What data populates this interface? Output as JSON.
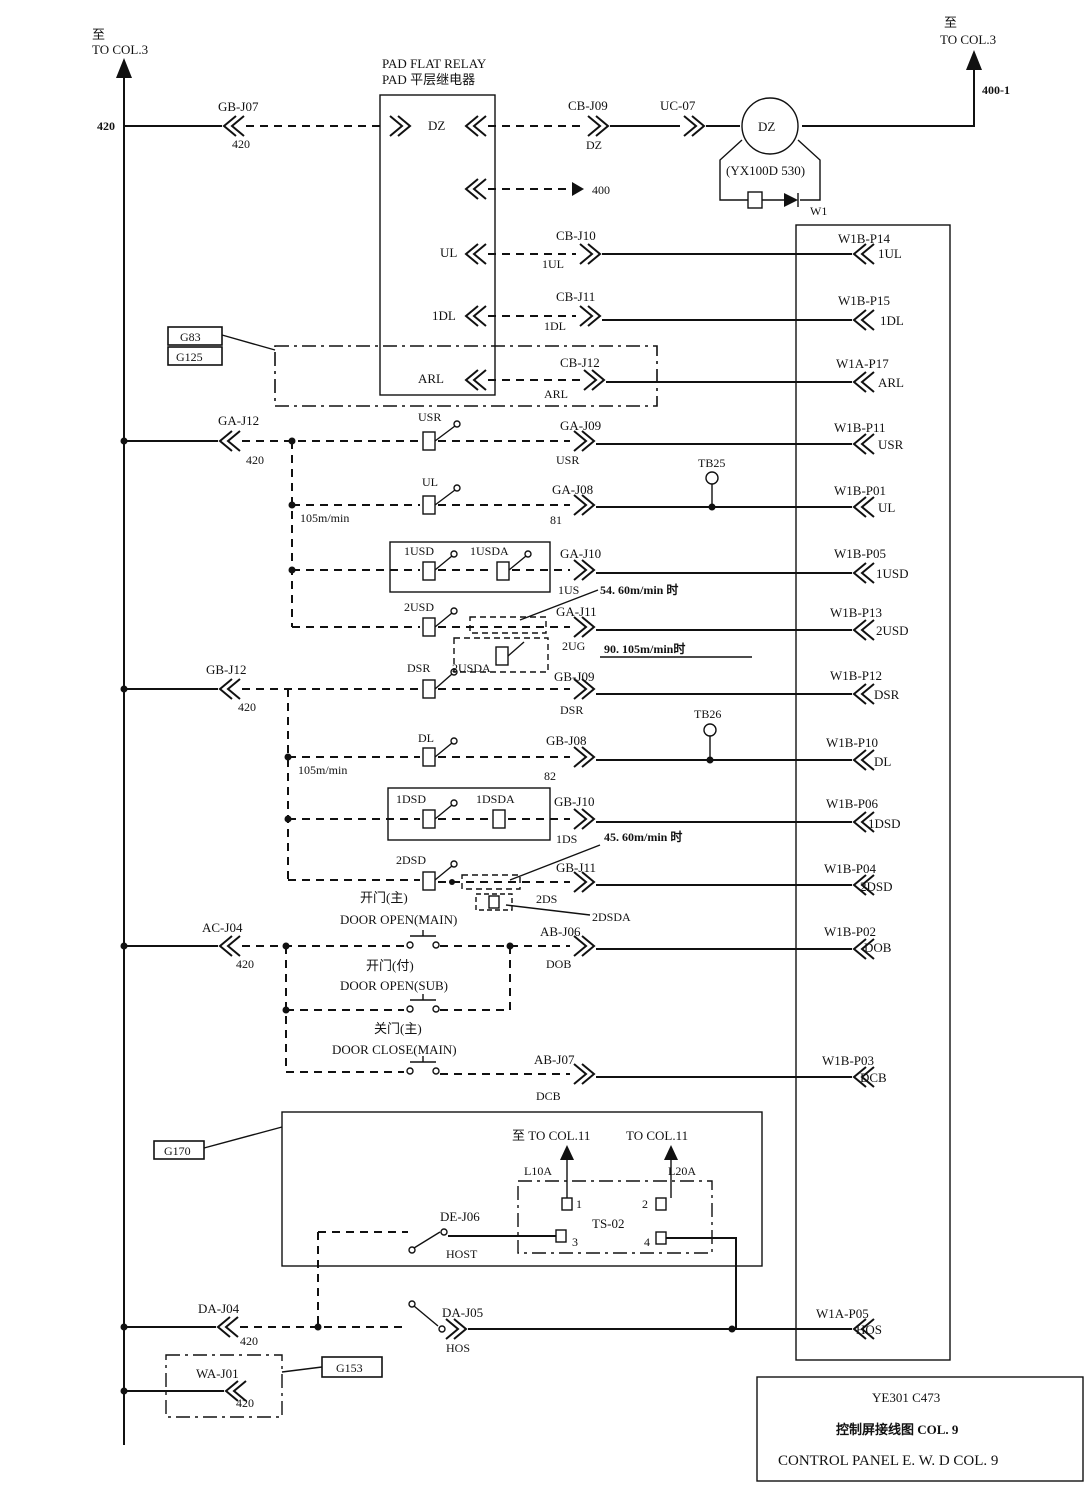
{
  "top_left": {
    "cn": "至",
    "en": "TO COL.3",
    "wire": "420"
  },
  "top_right": {
    "cn": "至",
    "en": "TO COL.3",
    "wire": "400-1"
  },
  "relay": {
    "title_en": "PAD FLAT RELAY",
    "title_cn": "PAD 平层继电器",
    "pins": [
      "DZ",
      "UL",
      "1DL",
      "ARL"
    ],
    "wire_400": "400"
  },
  "motor": {
    "label": "DZ",
    "model": "(YX100D 530)",
    "w1": "W1"
  },
  "groups": [
    "G83",
    "G125",
    "G170",
    "G153"
  ],
  "rows": [
    {
      "left_conn": "GB-J07",
      "left_wire": "420",
      "mid_conn": "CB-J09",
      "mid_wire": "DZ",
      "uc": "UC-07"
    },
    {
      "mid_conn": "CB-J10",
      "mid_wire": "1UL",
      "right_conn": "W1B-P14",
      "right_wire": "1UL"
    },
    {
      "mid_conn": "CB-J11",
      "mid_wire": "1DL",
      "right_conn": "W1B-P15",
      "right_wire": "1DL"
    },
    {
      "mid_conn": "CB-J12",
      "mid_wire": "ARL",
      "right_conn": "W1A-P17",
      "right_wire": "ARL"
    },
    {
      "left_conn": "GA-J12",
      "left_wire": "420",
      "contact": "USR",
      "mid_conn": "GA-J09",
      "mid_wire": "USR",
      "right_conn": "W1B-P11",
      "right_wire": "USR"
    },
    {
      "contact": "UL",
      "note": "105m/min",
      "mid_conn": "GA-J08",
      "mid_wire": "81",
      "tb": "TB25",
      "right_conn": "W1B-P01",
      "right_wire": "UL"
    },
    {
      "contact": "1USD",
      "contact2": "1USDA",
      "mid_conn": "GA-J10",
      "mid_wire": "1US",
      "note": "54. 60m/min 时",
      "right_conn": "W1B-P05",
      "right_wire": "1USD"
    },
    {
      "contact": "2USD",
      "contact2": "2USDA",
      "mid_conn": "GA-J11",
      "mid_wire": "2UG",
      "note": "90. 105m/min时",
      "right_conn": "W1B-P13",
      "right_wire": "2USD"
    },
    {
      "left_conn": "GB-J12",
      "left_wire": "420",
      "contact": "DSR",
      "mid_conn": "GB-J09",
      "mid_wire": "DSR",
      "right_conn": "W1B-P12",
      "right_wire": "DSR"
    },
    {
      "contact": "DL",
      "note": "105m/min",
      "mid_conn": "GB-J08",
      "mid_wire": "82",
      "tb": "TB26",
      "right_conn": "W1B-P10",
      "right_wire": "DL"
    },
    {
      "contact": "1DSD",
      "contact2": "1DSDA",
      "mid_conn": "GB-J10",
      "mid_wire": "1DS",
      "note": "45. 60m/min 时",
      "right_conn": "W1B-P06",
      "right_wire": "1DSD"
    },
    {
      "contact": "2DSD",
      "contact2": "2DSDA",
      "mid_conn": "GB-J11",
      "mid_wire": "2DS",
      "right_conn": "W1B-P04",
      "right_wire": "2DSD"
    },
    {
      "left_conn": "AC-J04",
      "left_wire": "420",
      "btn_cn": "开门(主)",
      "btn_en": "DOOR OPEN(MAIN)",
      "mid_conn": "AB-J06",
      "mid_wire": "DOB",
      "right_conn": "W1B-P02",
      "right_wire": "DOB"
    },
    {
      "btn_cn": "开门(付)",
      "btn_en": "DOOR OPEN(SUB)"
    },
    {
      "btn_cn": "关门(主)",
      "btn_en": "DOOR CLOSE(MAIN)",
      "mid_conn": "AB-J07",
      "mid_wire": "DCB",
      "right_conn": "W1B-P03",
      "right_wire": "DCB"
    }
  ],
  "ts": {
    "to1": "至 TO COL.11",
    "to2": "TO COL.11",
    "l1": "L10A",
    "l2": "L20A",
    "name": "TS-02",
    "pins": [
      "1",
      "2",
      "3",
      "4"
    ],
    "de": "DE-J06",
    "host": "HOST"
  },
  "bottom": {
    "da_conn": "DA-J04",
    "da_wire": "420",
    "da5": "DA-J05",
    "hos": "HOS",
    "wa": "WA-J01",
    "wa_wire": "420",
    "right_conn": "W1A-P05",
    "right_wire": "HOS"
  },
  "title_block": {
    "line1": "YE301 C473",
    "line2": "控制屏接线图 COL. 9",
    "line3": "CONTROL PANEL E. W. D COL. 9"
  }
}
